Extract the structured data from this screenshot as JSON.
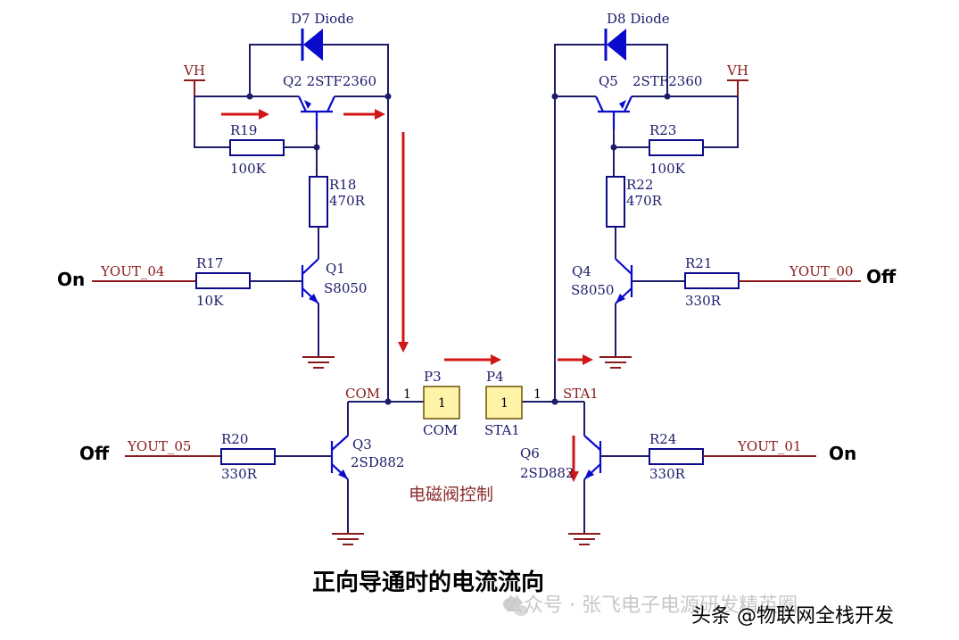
{
  "diagram_title": "电磁阀控制",
  "caption": "正向导通时的电流流向",
  "watermark": {
    "line1": "公众号 · 张飞电子电源研发精英圈",
    "line2": "头条 @物联网全栈开发",
    "icon": "wechat-icon"
  },
  "colors": {
    "wire": "#1c1c6a",
    "net": "#8a1a1a",
    "transistor": "#0a0acc",
    "current_arrow": "#d01616",
    "connector": "#fff3a8"
  },
  "left": {
    "diode": "D7 Diode",
    "q2": "Q2  2STF2360",
    "vh": "VH",
    "r19": "R19",
    "r19_val": "100K",
    "r18": "R18",
    "r18_val": "470R",
    "r17": "R17",
    "r17_val": "10K",
    "q1": "Q1",
    "q1_part": "S8050",
    "input_net": "YOUT_04",
    "input_state": "On",
    "com_net": "COM",
    "com_pin": "1",
    "r20": "R20",
    "r20_val": "330R",
    "q3": "Q3",
    "q3_part": "2SD882",
    "lower_input_net": "YOUT_05",
    "lower_input_state": "Off"
  },
  "right": {
    "diode": "D8 Diode",
    "q5": "Q5",
    "q5_part": "2STF2360",
    "vh": "VH",
    "r23": "R23",
    "r23_val": "100K",
    "r22": "R22",
    "r22_val": "470R",
    "r21": "R21",
    "r21_val": "330R",
    "q4": "Q4",
    "q4_part": "S8050",
    "input_net": "YOUT_00",
    "input_state": "Off",
    "sta_net": "STA1",
    "sta_pin": "1",
    "r24": "R24",
    "r24_val": "330R",
    "q6": "Q6",
    "q6_part": "2SD882",
    "lower_input_net": "YOUT_01",
    "lower_input_state": "On"
  },
  "connectors": {
    "p3": "P3",
    "p3_pin": "1",
    "p3_name": "COM",
    "p4": "P4",
    "p4_pin": "1",
    "p4_name": "STA1"
  }
}
